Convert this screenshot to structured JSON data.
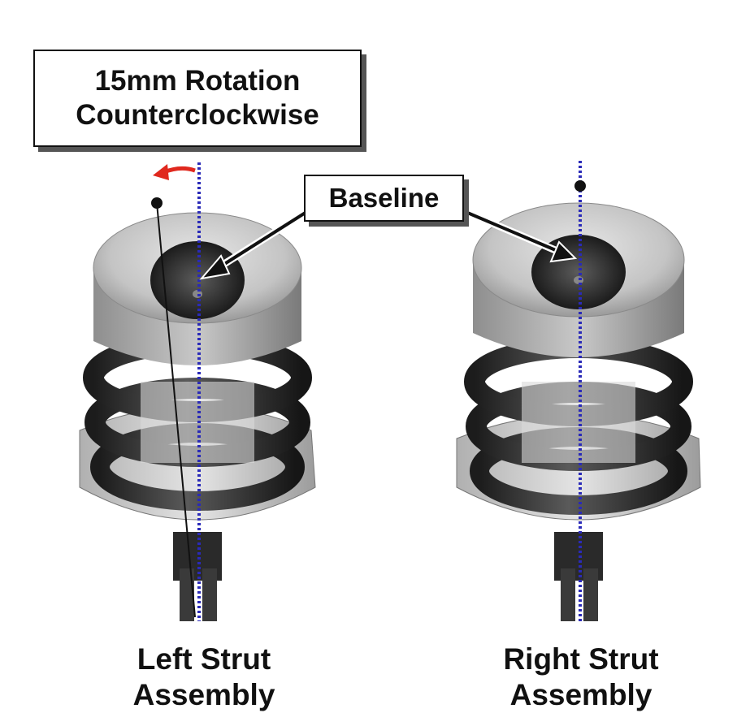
{
  "callouts": {
    "rotation_line1": "15mm Rotation",
    "rotation_line2": "Counterclockwise",
    "baseline": "Baseline"
  },
  "struts": {
    "left": {
      "line1": "Left Strut",
      "line2": "Assembly"
    },
    "right": {
      "line1": "Right Strut",
      "line2": "Assembly"
    }
  },
  "colors": {
    "baseline_dotted": "#2a2ab8",
    "rotation_arrow": "#e0281e",
    "callout_border": "#111111",
    "callout_shadow": "#555555"
  }
}
